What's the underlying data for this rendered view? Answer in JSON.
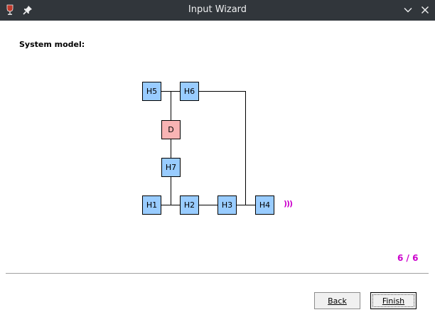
{
  "window": {
    "title": "Input Wizard",
    "icons": {
      "app": "wine-glass-icon",
      "pin": "pin-icon",
      "minimize": "chevron-down-icon",
      "close": "close-icon"
    }
  },
  "page": {
    "heading": "System model:",
    "pager": "6 / 6",
    "signal": ")))"
  },
  "diagram": {
    "nodes": {
      "h5": "H5",
      "h6": "H6",
      "d": "D",
      "h7": "H7",
      "h1": "H1",
      "h2": "H2",
      "h3": "H3",
      "h4": "H4"
    },
    "colors": {
      "host": "#99ccff",
      "device": "#f8b4b4",
      "signal": "#cc00cc"
    }
  },
  "buttons": {
    "back": "Back",
    "finish": "Finish"
  }
}
